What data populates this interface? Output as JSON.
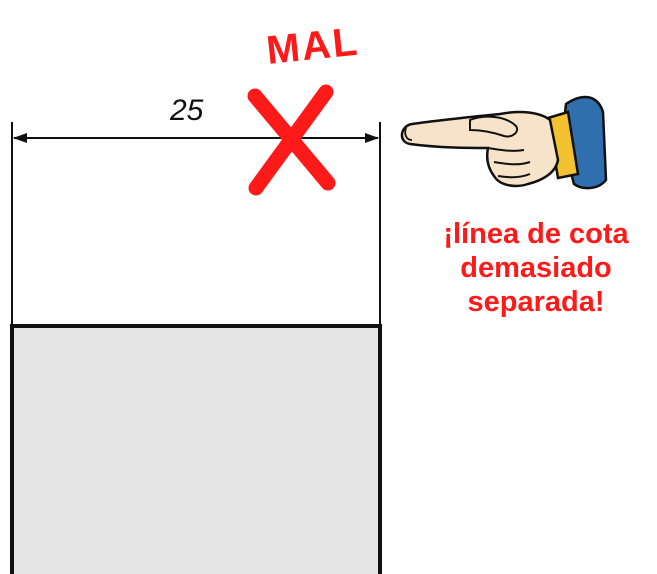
{
  "dimension": {
    "value": "25"
  },
  "verdict": {
    "label": "MAL",
    "mark": "x-mark-icon"
  },
  "warning": {
    "lines": [
      "¡línea de cota",
      "demasiado",
      "separada!"
    ]
  },
  "pointer": {
    "icon": "pointing-hand-icon"
  },
  "colors": {
    "accent": "#ff1a1a",
    "part_fill": "#e4e4e4",
    "line": "#111111",
    "sleeve": "#2f6fae",
    "cuff": "#f2c230",
    "skin": "#f6e3c9"
  }
}
